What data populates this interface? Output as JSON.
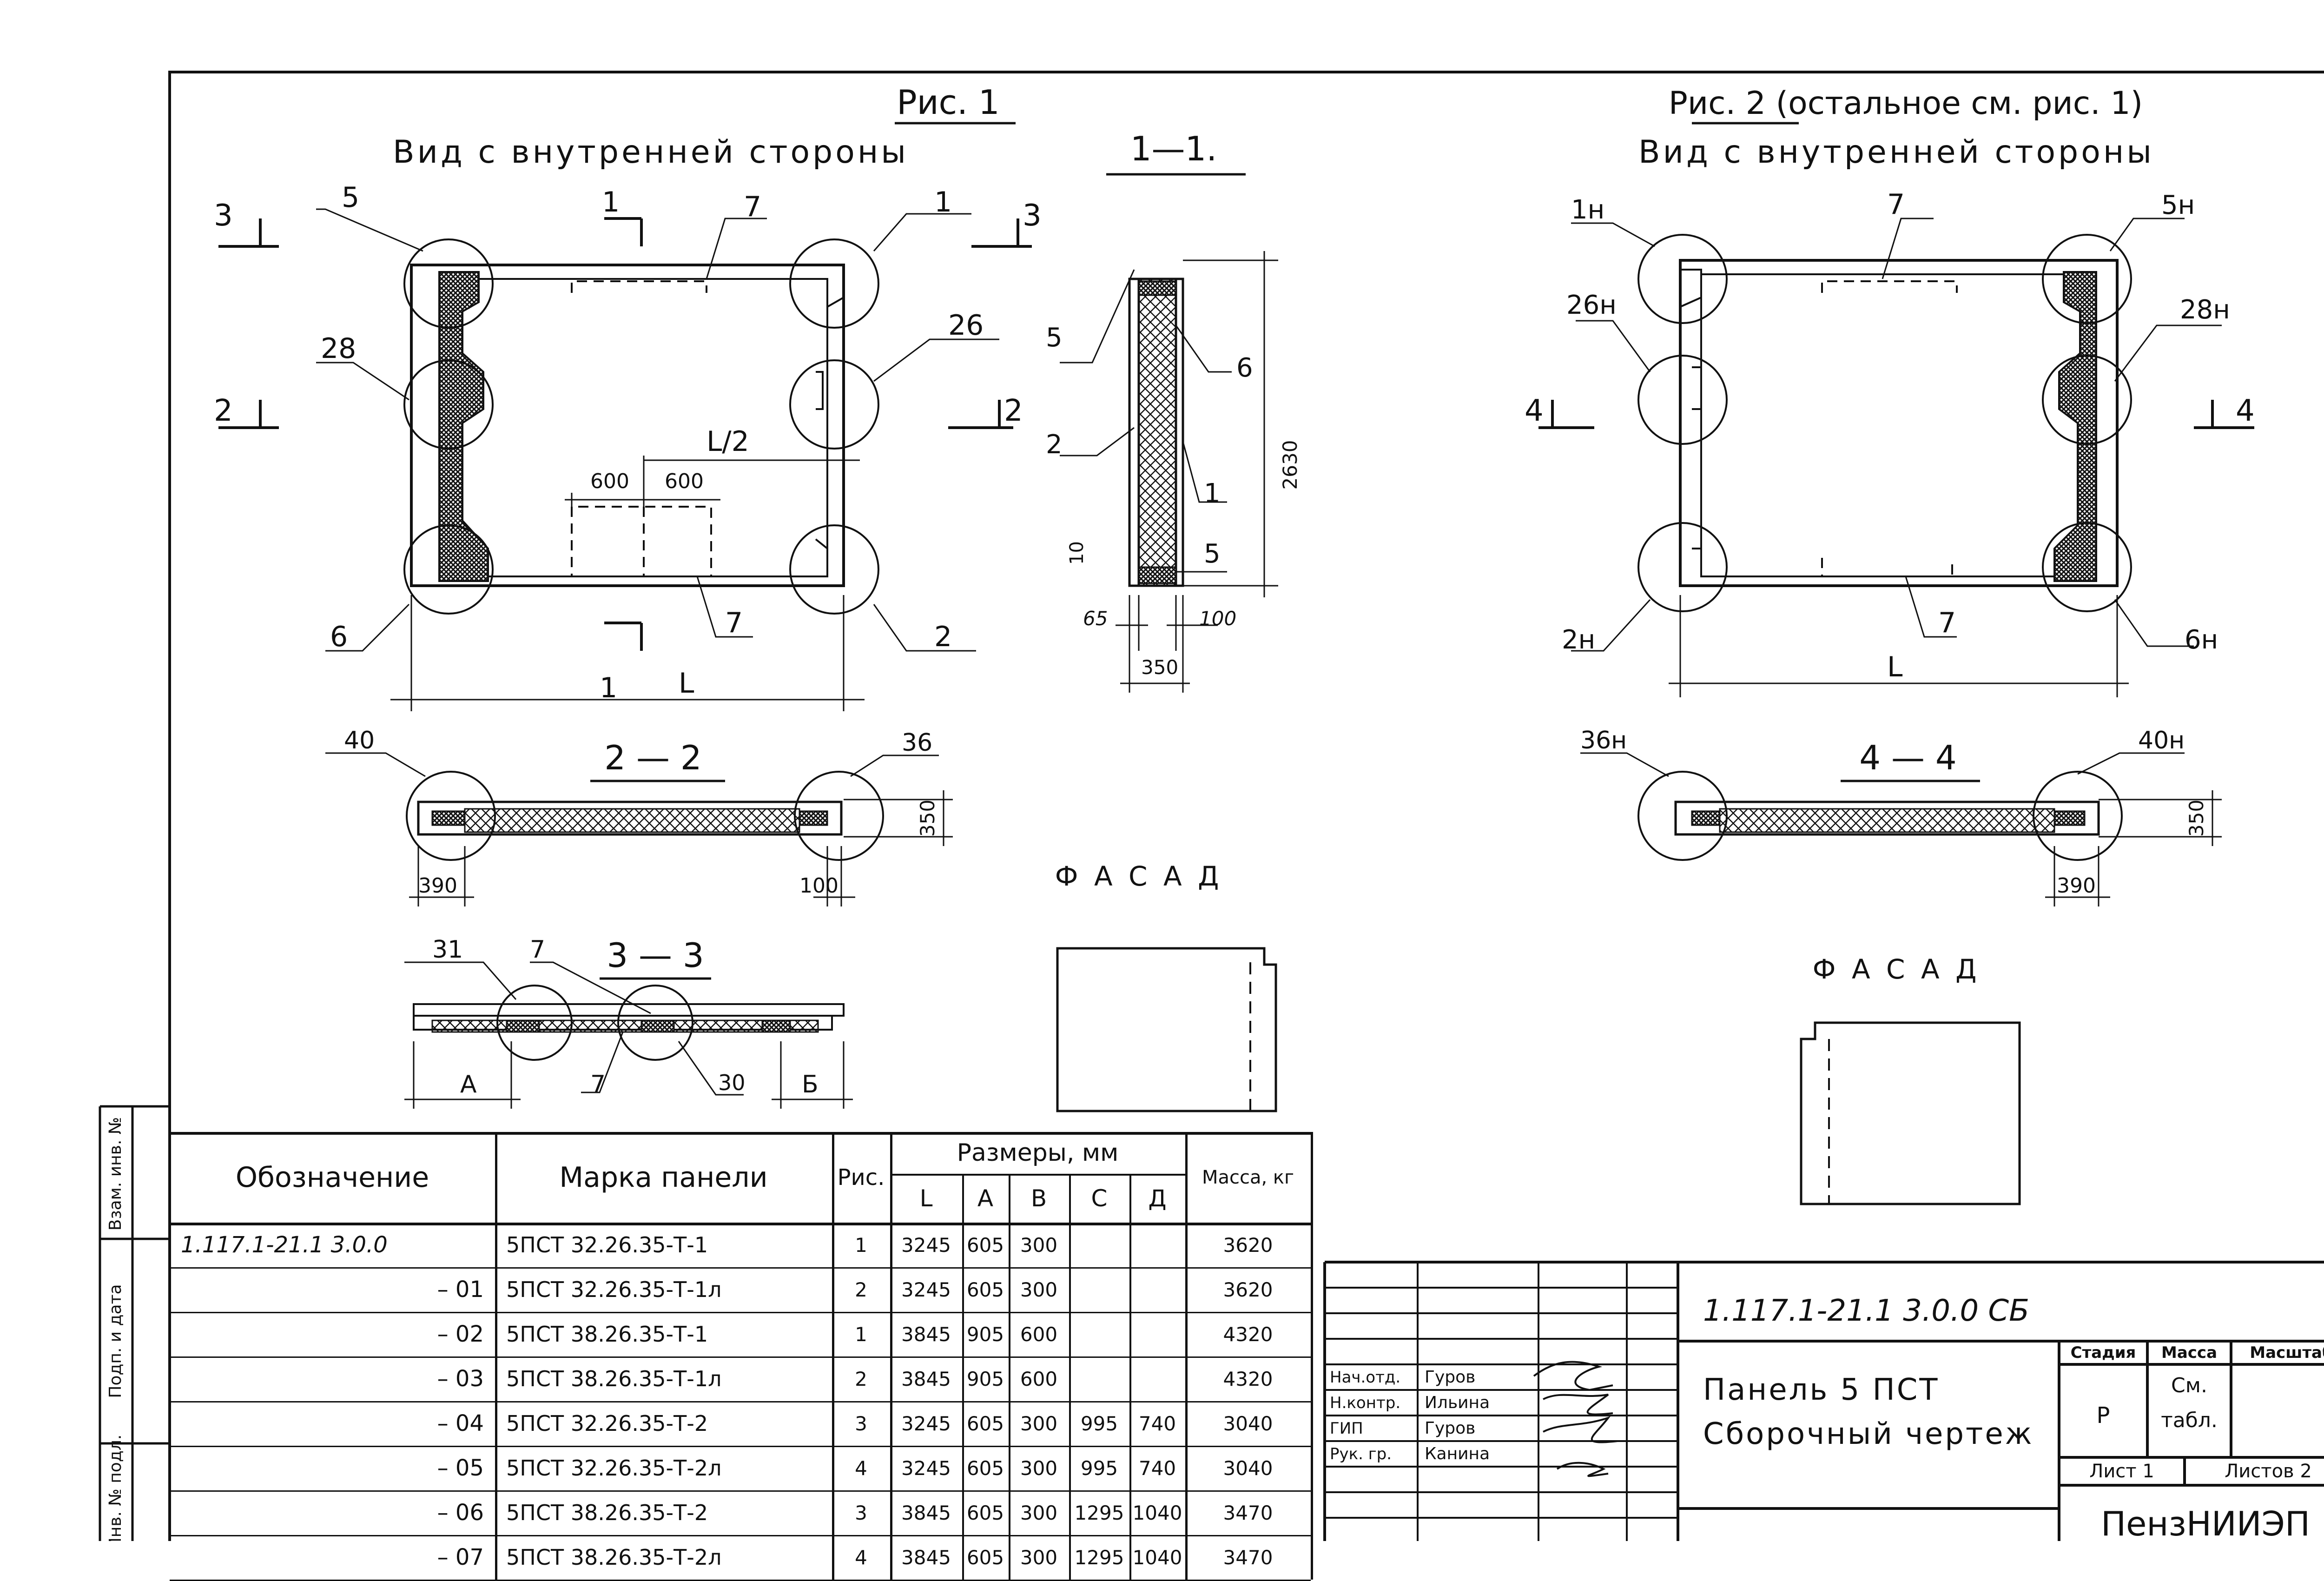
{
  "figures": {
    "fig1": {
      "title": "Рис. 1",
      "view_title": "Вид с внутренней стороны",
      "section_1": "1—1.",
      "section_2": "2 — 2",
      "section_3": "3 — 3",
      "facade": "Ф А С А Д",
      "callouts": [
        "5",
        "1",
        "7",
        "28",
        "26",
        "6",
        "2",
        "7",
        "1",
        "1",
        "2",
        "2",
        "3",
        "3"
      ],
      "dims": {
        "L": "L",
        "L2": "L/2",
        "d600a": "600",
        "d600b": "600",
        "h2630": "2630",
        "w350": "350",
        "d65": "65",
        "d10": "10",
        "d100": "100"
      },
      "sec11_callouts": [
        "5",
        "6",
        "2",
        "1",
        "5"
      ],
      "sec22": {
        "c40": "40",
        "c36": "36",
        "d390": "390",
        "d100": "100",
        "d350": "350"
      },
      "sec33": {
        "c31": "31",
        "c7a": "7",
        "c7b": "7",
        "c30": "30",
        "A": "А",
        "B": "Б"
      }
    },
    "fig2": {
      "title": "Рис. 2  (остальное см. рис. 1)",
      "view_title": "Вид  с внутренней стороны",
      "section_4": "4  —  4",
      "facade": "Ф А С А Д",
      "callouts": [
        "1н",
        "7",
        "5н",
        "26н",
        "28н",
        "2н",
        "7",
        "6н",
        "4",
        "4"
      ],
      "L": "L",
      "sec44": {
        "c36": "36н",
        "c40": "40н",
        "d350": "350",
        "d390": "390"
      }
    }
  },
  "side_stamp": [
    "Взам. инв. №",
    "Подп. и дата",
    "Инв. № подл."
  ],
  "spec_table": {
    "headers": {
      "designation": "Обозначение",
      "mark": "Марка панели",
      "fig": "Рис.",
      "sizes": "Размеры,  мм",
      "L": "L",
      "A": "А",
      "B": "В",
      "C": "С",
      "D": "Д",
      "mass": "Масса, кг"
    },
    "rows": [
      {
        "designation": "1.117.1-21.1  3.0.0",
        "mark": "5ПСТ 32.26.35-Т-1",
        "fig": "1",
        "L": "3245",
        "A": "605",
        "B": "300",
        "C": "",
        "D": "",
        "mass": "3620"
      },
      {
        "designation": "– 01",
        "mark": "5ПСТ 32.26.35-Т-1л",
        "fig": "2",
        "L": "3245",
        "A": "605",
        "B": "300",
        "C": "",
        "D": "",
        "mass": "3620"
      },
      {
        "designation": "– 02",
        "mark": "5ПСТ 38.26.35-Т-1",
        "fig": "1",
        "L": "3845",
        "A": "905",
        "B": "600",
        "C": "",
        "D": "",
        "mass": "4320"
      },
      {
        "designation": "– 03",
        "mark": "5ПСТ 38.26.35-Т-1л",
        "fig": "2",
        "L": "3845",
        "A": "905",
        "B": "600",
        "C": "",
        "D": "",
        "mass": "4320"
      },
      {
        "designation": "– 04",
        "mark": "5ПСТ 32.26.35-Т-2",
        "fig": "3",
        "L": "3245",
        "A": "605",
        "B": "300",
        "C": "995",
        "D": "740",
        "mass": "3040"
      },
      {
        "designation": "– 05",
        "mark": "5ПСТ 32.26.35-Т-2л",
        "fig": "4",
        "L": "3245",
        "A": "605",
        "B": "300",
        "C": "995",
        "D": "740",
        "mass": "3040"
      },
      {
        "designation": "– 06",
        "mark": "5ПСТ 38.26.35-Т-2",
        "fig": "3",
        "L": "3845",
        "A": "605",
        "B": "300",
        "C": "1295",
        "D": "1040",
        "mass": "3470"
      },
      {
        "designation": "– 07",
        "mark": "5ПСТ 38.26.35-Т-2л",
        "fig": "4",
        "L": "3845",
        "A": "605",
        "B": "300",
        "C": "1295",
        "D": "1040",
        "mass": "3470"
      }
    ]
  },
  "title_block": {
    "doc_code": "1.117.1-21.1   3.0.0 СБ",
    "name_line1": "Панель  5 ПСТ",
    "name_line2": "Сборочный  чертеж",
    "stage_header": "Стадия",
    "mass_header": "Масса",
    "scale_header": "Масштаб",
    "stage": "Р",
    "mass_value_1": "См.",
    "mass_value_2": "табл.",
    "sheet": "Лист 1",
    "sheets": "Листов 2",
    "org": "ПензНИИЭП",
    "signatures": [
      {
        "role": "Нач.отд.",
        "name": "Гуров"
      },
      {
        "role": "Н.контр.",
        "name": "Ильина"
      },
      {
        "role": "ГИП",
        "name": "Гуров"
      },
      {
        "role": "Рук. гр.",
        "name": "Канина"
      }
    ]
  }
}
